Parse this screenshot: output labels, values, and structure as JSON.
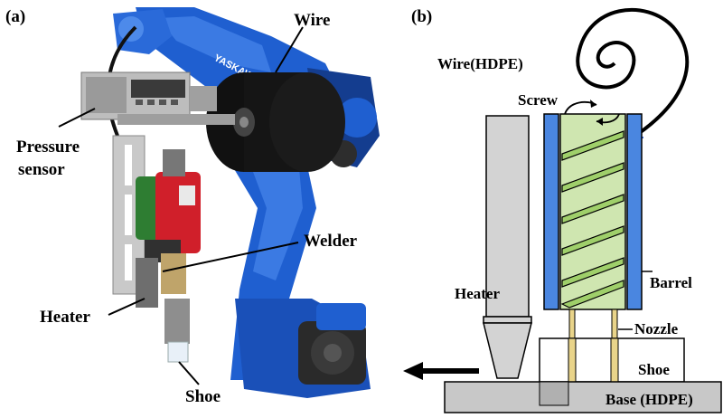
{
  "panel_a": {
    "label": "(a)",
    "callouts": {
      "wire": "Wire",
      "pressure_sensor_line1": "Pressure",
      "pressure_sensor_line2": "sensor",
      "welder": "Welder",
      "heater": "Heater",
      "shoe": "Shoe"
    },
    "robot_brand": "YASKAWA",
    "colors": {
      "robot_blue": "#1f5fd0",
      "robot_dark": "#143d8f",
      "spool": "#111111",
      "sensor_box": "#bdbdbd",
      "bracket": "#c9c9c9",
      "welder_red": "#d01f2a"
    }
  },
  "panel_b": {
    "label": "(b)",
    "labels": {
      "wire": "Wire(HDPE)",
      "screw": "Screw",
      "barrel": "Barrel",
      "heater": "Heater",
      "nozzle": "Nozzle",
      "shoe": "Shoe",
      "base": "Base (HDPE)"
    },
    "colors": {
      "barrel_blue": "#4a86e0",
      "screw_green": "#cfe6b0",
      "flight_green": "#9fcf6a",
      "nozzle_tan": "#e9d48a",
      "gray": "#c8c8c8",
      "heater_gray": "#d3d3d3",
      "outline": "#000000"
    }
  }
}
